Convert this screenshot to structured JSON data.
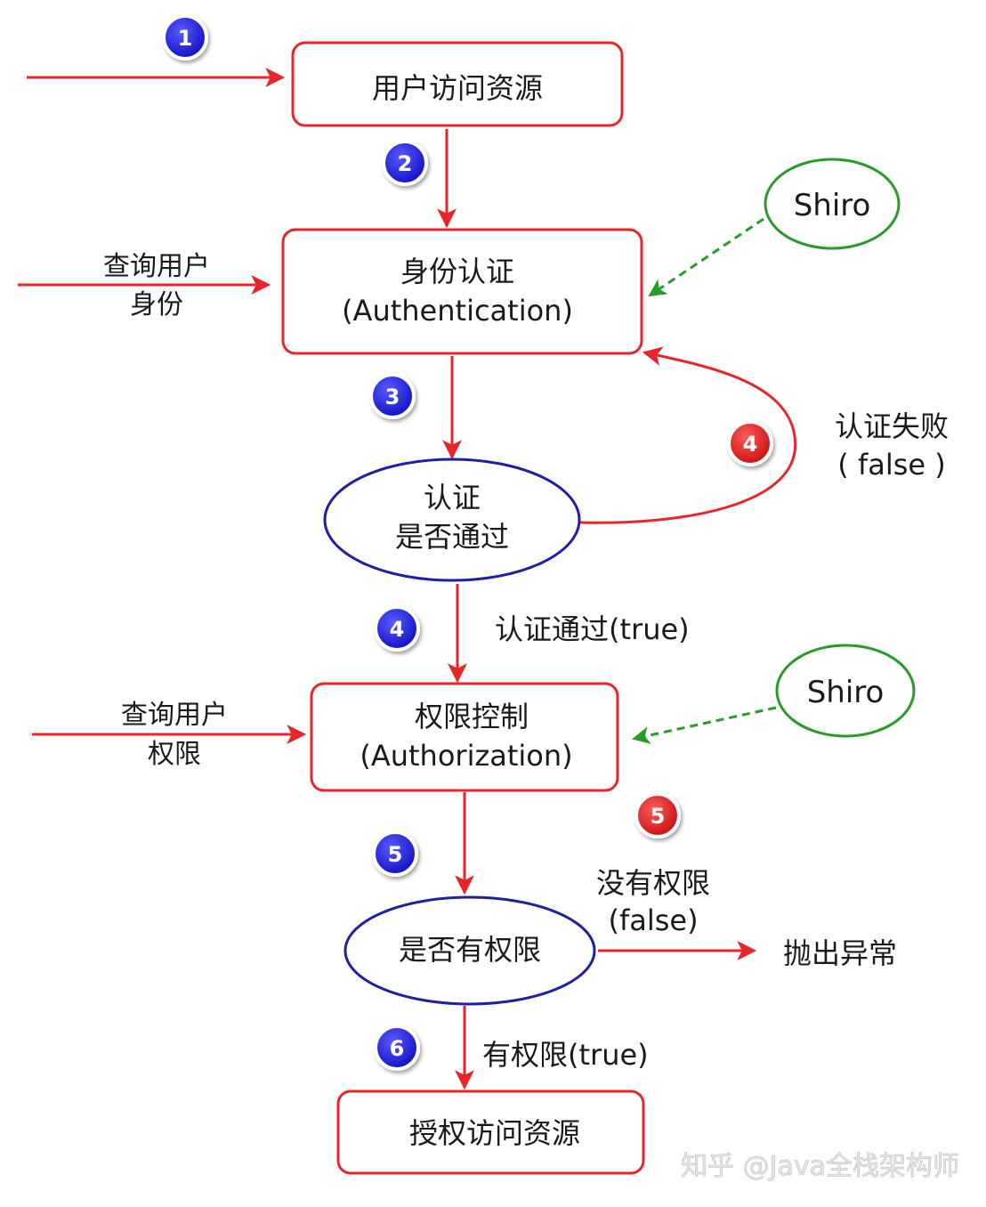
{
  "nodes": {
    "access_resource": "用户访问资源",
    "authentication_line1": "身份认证",
    "authentication_line2": "(Authentication)",
    "auth_check_line1": "认证",
    "auth_check_line2": "是否通过",
    "authorization_line1": "权限控制",
    "authorization_line2": "(Authorization)",
    "perm_check": "是否有权限",
    "grant_access": "授权访问资源",
    "shiro_top": "Shiro",
    "shiro_bottom": "Shiro"
  },
  "labels": {
    "query_identity_line1": "查询用户",
    "query_identity_line2": "身份",
    "auth_fail_line1": "认证失败",
    "auth_fail_line2": "( false )",
    "auth_pass": "认证通过(true)",
    "query_perm_line1": "查询用户",
    "query_perm_line2": "权限",
    "no_perm_line1": "没有权限",
    "no_perm_line2": "(false)",
    "throw_exception": "抛出异常",
    "has_perm": "有权限(true)"
  },
  "steps": {
    "s1": "1",
    "s2": "2",
    "s3": "3",
    "s4_fail": "4",
    "s4_pass": "4",
    "s5_no": "5",
    "s5_yes": "5",
    "s6": "6"
  },
  "watermark": "知乎 @Java全栈架构师",
  "colors": {
    "red": "#e8262a",
    "blue": "#1f1fa0",
    "green": "#2a9a2a",
    "badge_blue": "#1a1ae0",
    "badge_red": "#e01818"
  }
}
